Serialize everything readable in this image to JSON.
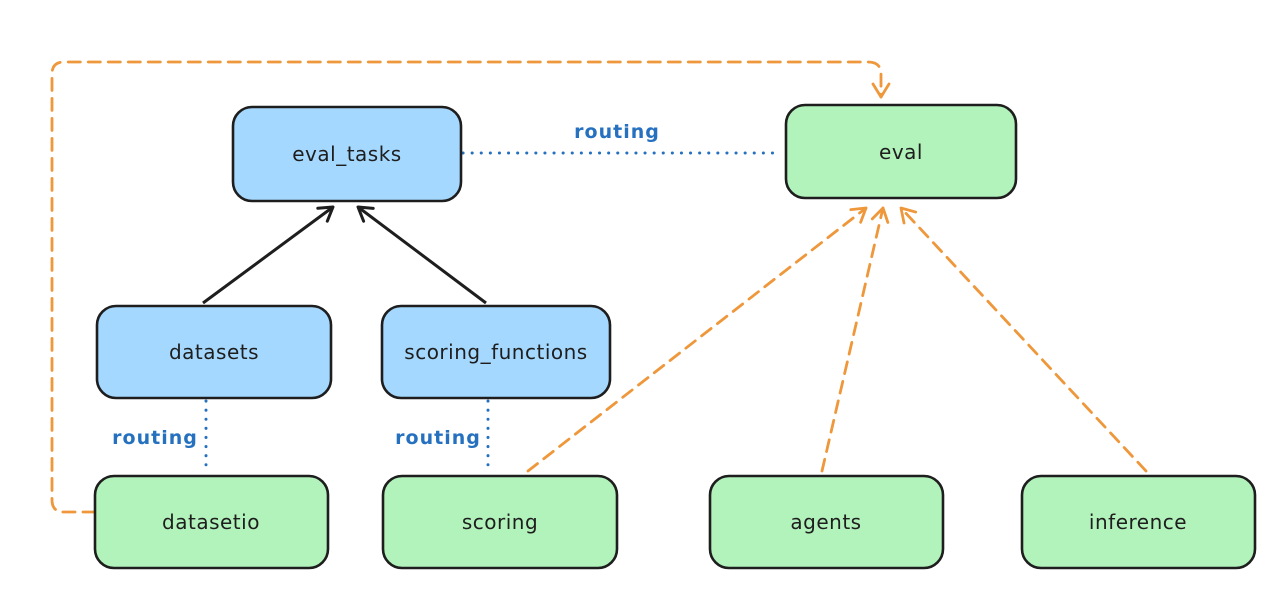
{
  "diagram": {
    "colors": {
      "background": "#ffffff",
      "blue_fill": "#a5d8ff",
      "green_fill": "#b2f2bb",
      "stroke": "#1e1e1e",
      "orange": "#ee973b",
      "routing_blue": "#2571bf"
    },
    "routing_label": "routing",
    "nodes": {
      "eval_tasks": {
        "label": "eval_tasks"
      },
      "eval": {
        "label": "eval"
      },
      "datasets": {
        "label": "datasets"
      },
      "scoring_functions": {
        "label": "scoring_functions"
      },
      "datasetio": {
        "label": "datasetio"
      },
      "scoring": {
        "label": "scoring"
      },
      "agents": {
        "label": "agents"
      },
      "inference": {
        "label": "inference"
      }
    }
  }
}
